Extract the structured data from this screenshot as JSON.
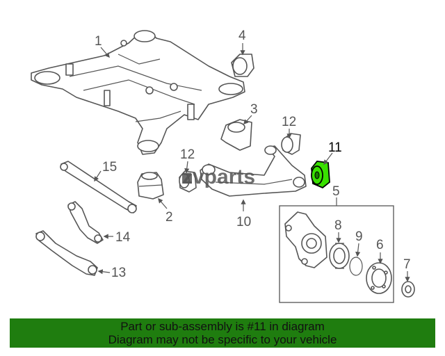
{
  "callouts": {
    "c1": "1",
    "c2": "2",
    "c3": "3",
    "c4": "4",
    "c5": "5",
    "c6": "6",
    "c7": "7",
    "c8": "8",
    "c9": "9",
    "c10": "10",
    "c11": "11",
    "c12a": "12",
    "c12b": "12",
    "c13": "13",
    "c14": "14",
    "c15": "15"
  },
  "watermark": "zvparts",
  "highlight_color": "#39e000",
  "banner": {
    "line1": "Part or sub-assembly is #11 in diagram",
    "line2": "Diagram may not be specific to your vehicle",
    "background": "#1f7d0f"
  }
}
